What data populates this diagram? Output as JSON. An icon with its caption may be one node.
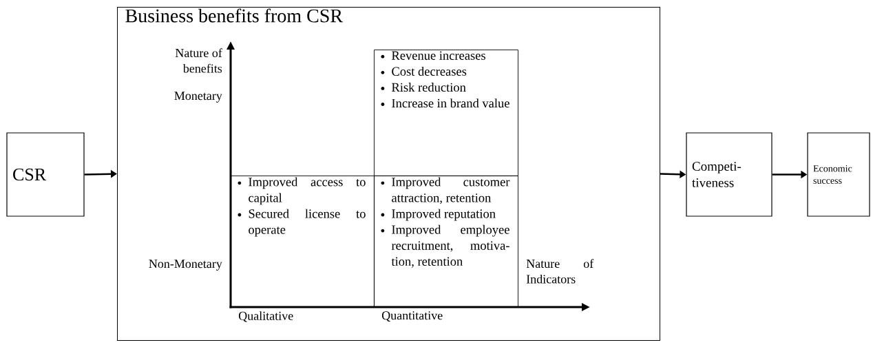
{
  "diagram": {
    "nodes": [
      {
        "text": [
          "CSR"
        ]
      },
      {
        "text": [
          "Business benefits from CSR"
        ]
      },
      {
        "text": [
          "Revenue increases",
          "Cost decreases",
          "Risk reduction",
          "Increase in brand value"
        ],
        "in": 1
      },
      {
        "text": [
          "Improved access to capital",
          "Secured license to operate"
        ],
        "in": 1
      },
      {
        "text": [
          "Improved customer attraction, retention",
          "Improved reputation",
          "Improved employee recruitment, motiva- tion, retention"
        ],
        "in": 1
      },
      {
        "text": [
          "Competi- tiveness"
        ]
      },
      {
        "text": [
          "Economic success"
        ]
      }
    ],
    "edges": [
      {
        "from": 0,
        "to": 1,
        "arrow": "to"
      },
      {
        "from": 1,
        "to": 5,
        "arrow": "to"
      },
      {
        "from": 5,
        "to": 6,
        "arrow": "to"
      }
    ],
    "labels": [
      "Nature of benefits",
      "Monetary",
      "Non-Monetary",
      "Nature of Indicators",
      "Qualitative",
      "Quantitative"
    ]
  }
}
